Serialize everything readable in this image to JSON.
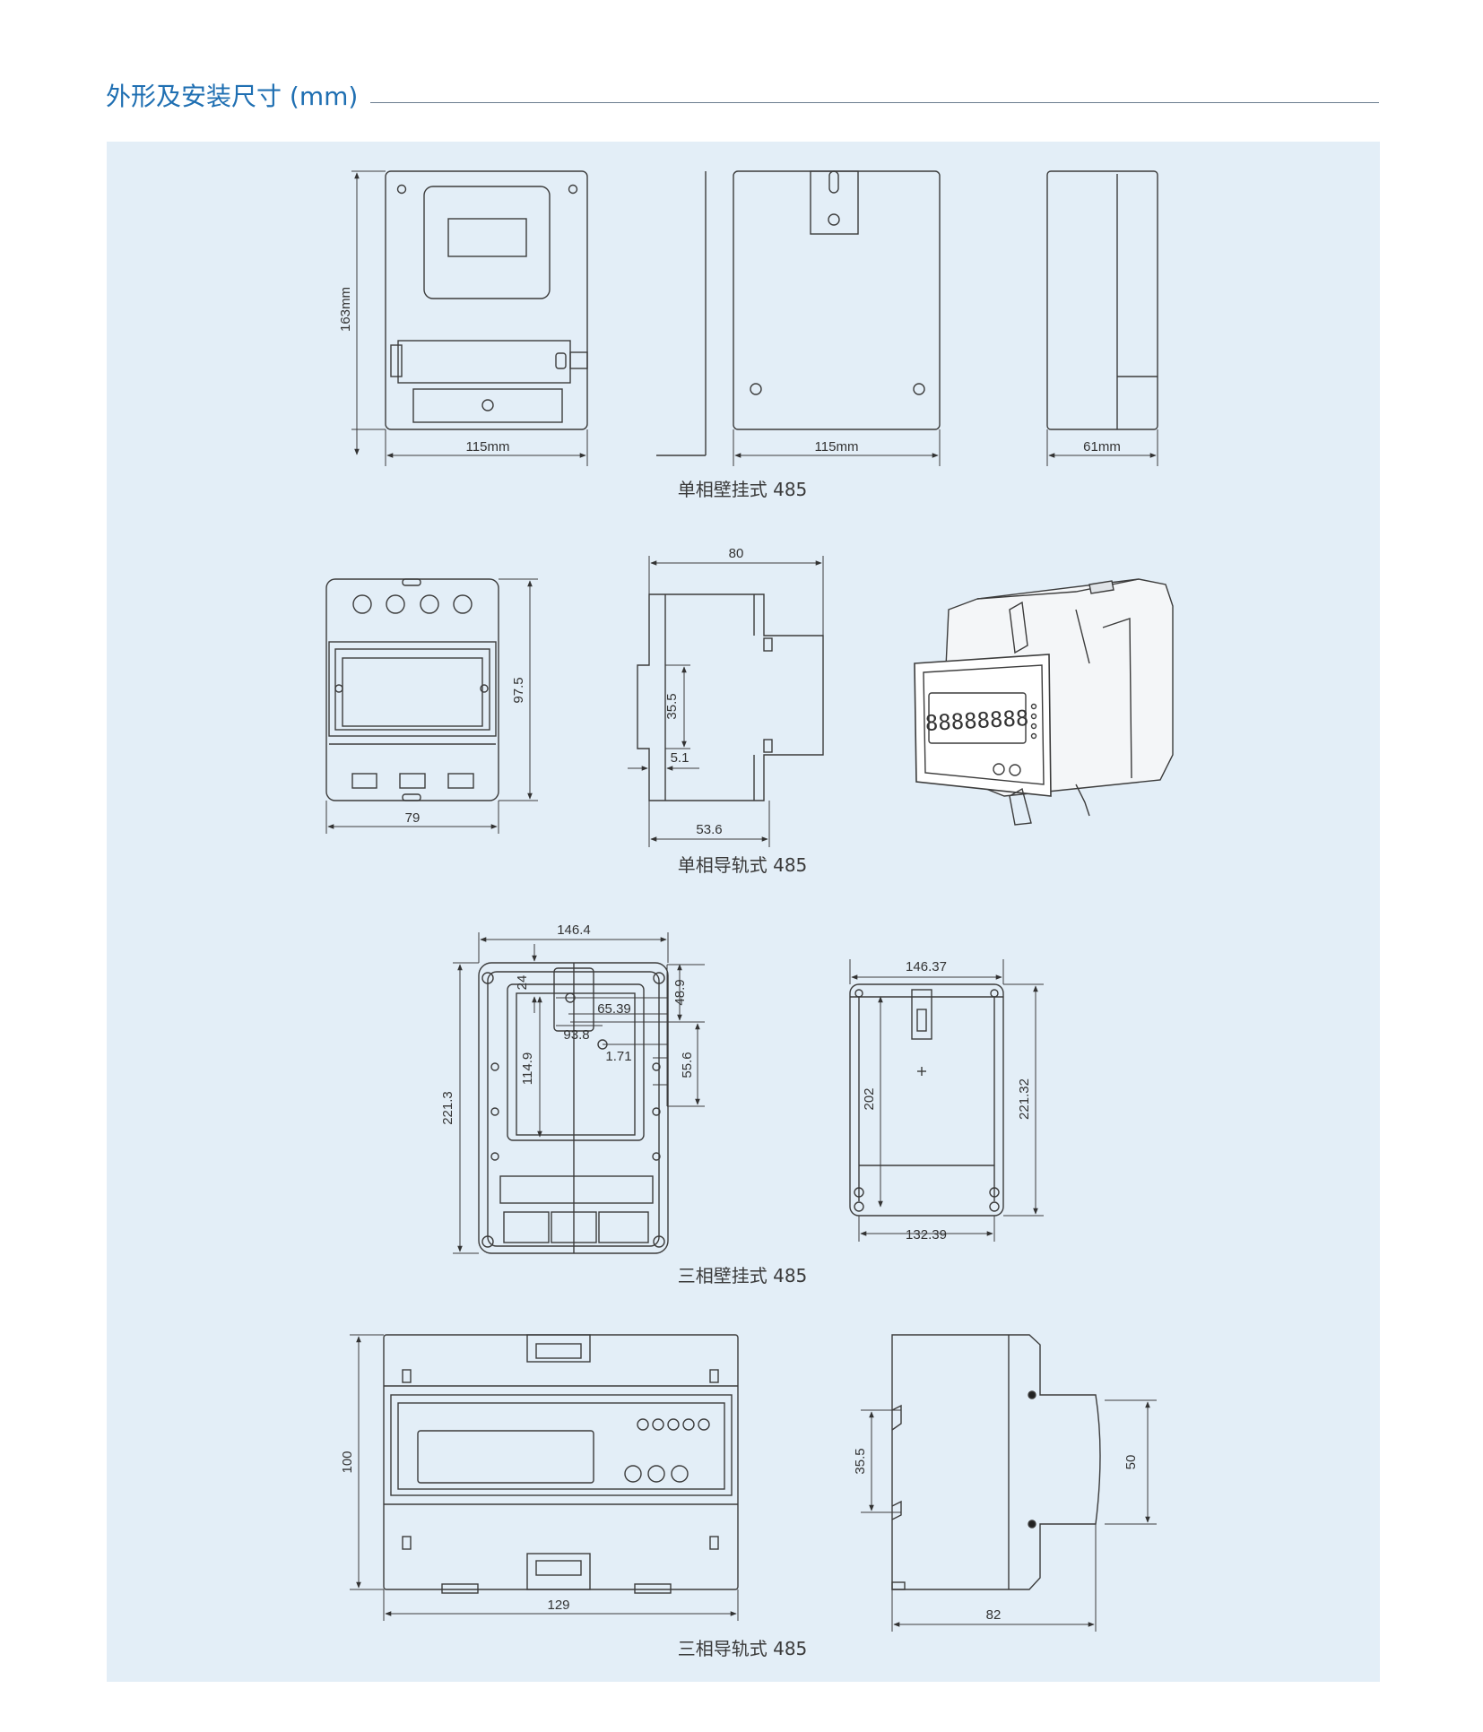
{
  "header": {
    "title": "外形及安装尺寸 (mm)"
  },
  "captions": {
    "single_wall": "单相壁挂式 485",
    "single_rail": "单相导轨式 485",
    "three_wall": "三相壁挂式 485",
    "three_rail": "三相导轨式 485"
  },
  "dims": {
    "sw_height": "163mm",
    "sw_front_width": "115mm",
    "sw_back_width": "115mm",
    "sw_side_depth": "61mm",
    "sr_front_width": "79",
    "sr_front_height": "97.5",
    "sr_side_top": "80",
    "sr_side_rail": "35.5",
    "sr_side_offset": "5.1",
    "sr_side_bottom": "53.6",
    "sr_display": "88888888",
    "tw_front_width": "146.4",
    "tw_front_height": "221.3",
    "tw_d24": "24",
    "tw_d489": "48.9",
    "tw_d6539": "65.39",
    "tw_d938": "93.8",
    "tw_d171": "1.71",
    "tw_d556": "55.6",
    "tw_d1149": "114.9",
    "tw_back_width": "146.37",
    "tw_back_h202": "202",
    "tw_back_h22132": "221.32",
    "tw_back_w13239": "132.39",
    "tr_front_width": "129",
    "tr_front_height": "100",
    "tr_side_rail": "35.5",
    "tr_side_50": "50",
    "tr_side_depth": "82"
  },
  "colors": {
    "accent": "#1f6fb2",
    "panel": "#e3eef7",
    "line": "#3c3c3c"
  }
}
